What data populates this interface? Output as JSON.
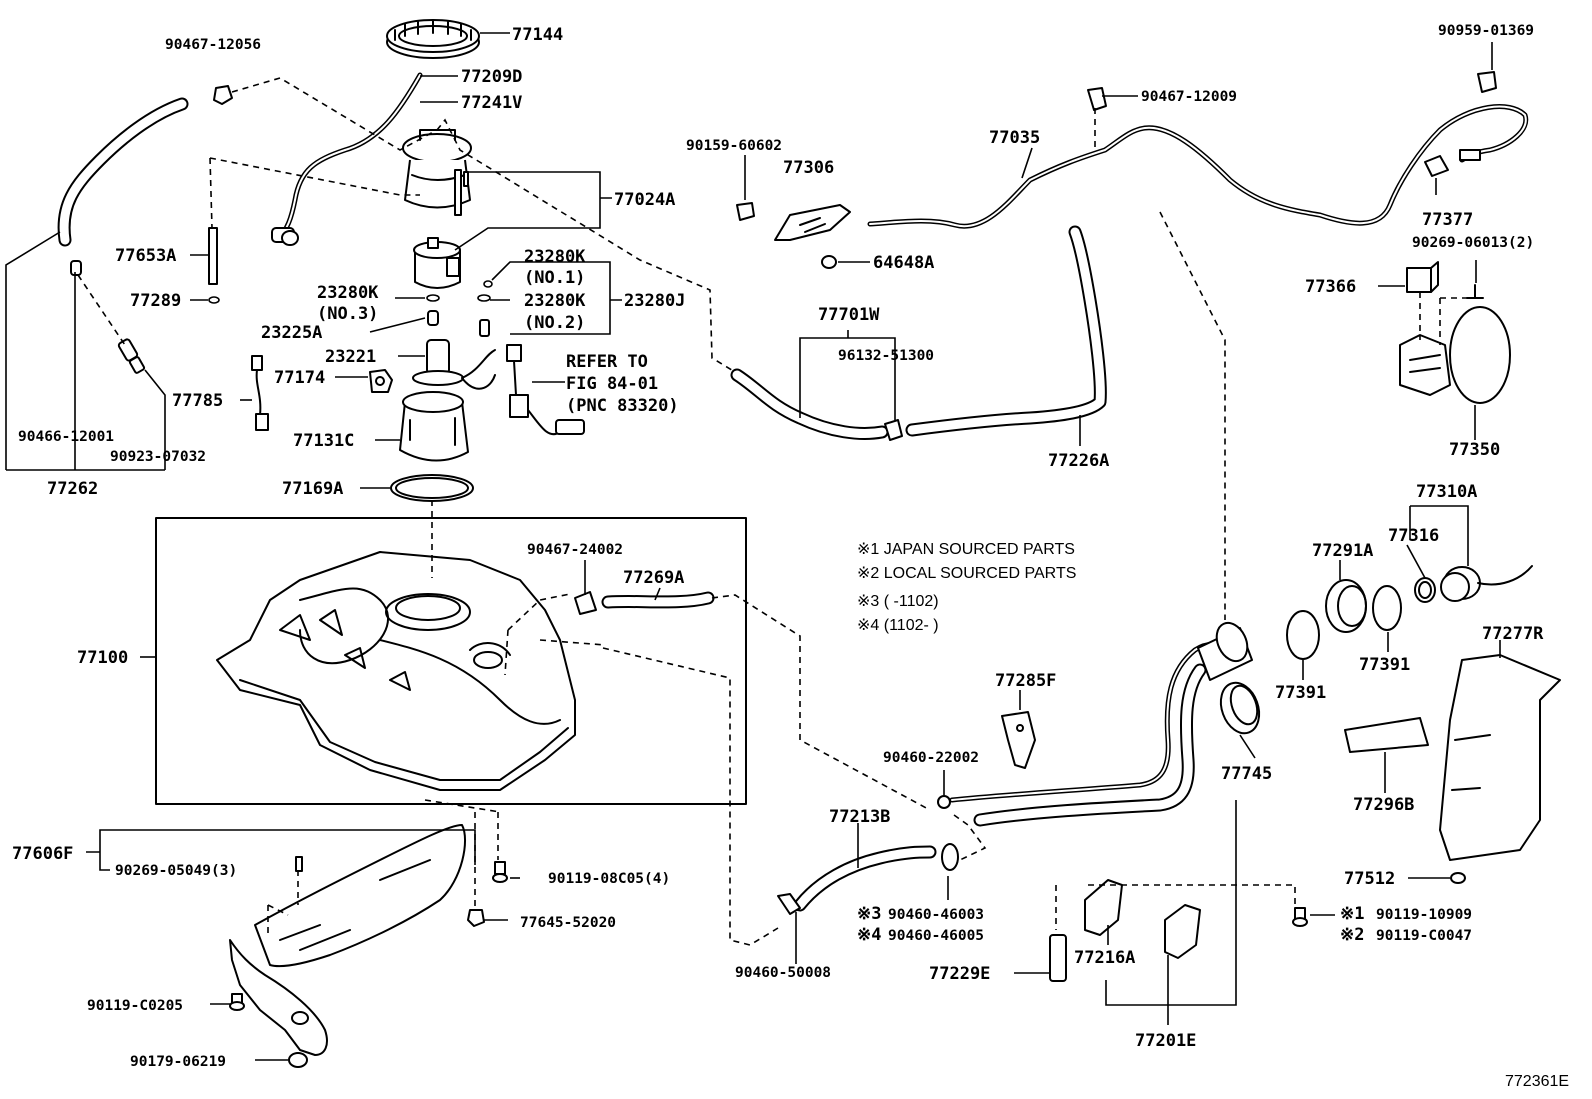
{
  "labels": {
    "p77144": "77144",
    "p90467_12056": "90467-12056",
    "p77209D": "77209D",
    "p77241V": "77241V",
    "p77024A": "77024A",
    "p77653A": "77653A",
    "p77289": "77289",
    "p23280K_no1": "23280K",
    "p23280K_no1_sub": "(NO.1)",
    "p23280K_no3": "23280K",
    "p23280K_no3_sub": "(NO.3)",
    "p23280K_no2": "23280K",
    "p23280K_no2_sub": "(NO.2)",
    "p23280J": "23280J",
    "p23225A": "23225A",
    "p23221": "23221",
    "p77174": "77174",
    "p77785": "77785",
    "refer1": "REFER TO",
    "refer2": "FIG 84-01",
    "refer3": "(PNC 83320)",
    "p77131C": "77131C",
    "p90466_12001": "90466-12001",
    "p90923_07032": "90923-07032",
    "p77262": "77262",
    "p77169A": "77169A",
    "p90467_24002": "90467-24002",
    "p77269A": "77269A",
    "p77100": "77100",
    "p90159_60602": "90159-60602",
    "p77306": "77306",
    "p64648A": "64648A",
    "p77035": "77035",
    "p90467_12009": "90467-12009",
    "p90959_01369": "90959-01369",
    "p77377": "77377",
    "p90269_06013": "90269-06013(2)",
    "p77366": "77366",
    "p77350": "77350",
    "p77701W": "77701W",
    "p96132_51300": "96132-51300",
    "p77226A": "77226A",
    "p77310A": "77310A",
    "p77316": "77316",
    "p77291A": "77291A",
    "p77391a": "77391",
    "p77391b": "77391",
    "p77277R": "77277R",
    "p77285F": "77285F",
    "p90460_22002": "90460-22002",
    "p77745": "77745",
    "p77296B": "77296B",
    "p77213B": "77213B",
    "note3a": "※3",
    "note4a": "※4",
    "p90460_46003": "90460-46003",
    "p90460_46005": "90460-46005",
    "p90460_50008": "90460-50008",
    "p77229E": "77229E",
    "p77216A": "77216A",
    "p77201E": "77201E",
    "p77512": "77512",
    "note1b": "※1",
    "note2b": "※2",
    "p90119_10909": "90119-10909",
    "p90119_C0047": "90119-C0047",
    "p77606F": "77606F",
    "p90269_05049": "90269-05049(3)",
    "p90119_08C05": "90119-08C05(4)",
    "p77645_52020": "77645-52020",
    "p90119_C0205": "90119-C0205",
    "p90179_06219": "90179-06219",
    "figure_id": "772361E"
  },
  "notes": {
    "n1": "※1 JAPAN SOURCED PARTS",
    "n2": "※2 LOCAL SOURCED PARTS",
    "n3": "※3 (    -1102)",
    "n4": "※4 (1102-    )"
  }
}
